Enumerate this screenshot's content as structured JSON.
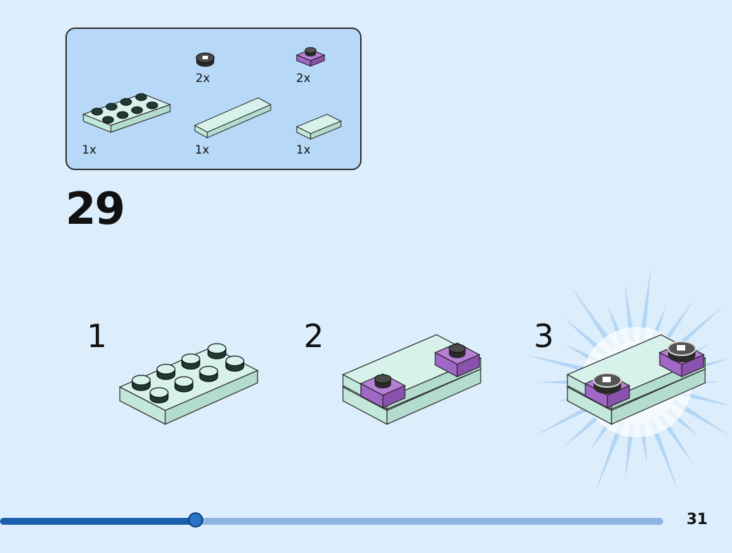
{
  "parts": [
    {
      "name": "round-tile-1x1-printed",
      "qty": "2x"
    },
    {
      "name": "plate-1x1-purple",
      "qty": "2x"
    },
    {
      "name": "plate-2x4-mint",
      "qty": "1x"
    },
    {
      "name": "tile-1x6-mint",
      "qty": "1x"
    },
    {
      "name": "tile-1x2-mint",
      "qty": "1x"
    }
  ],
  "step": {
    "number": "29"
  },
  "substeps": [
    {
      "label": "1"
    },
    {
      "label": "2"
    },
    {
      "label": "3"
    }
  ],
  "progress": {
    "fraction": 0.295
  },
  "page": {
    "number": "31"
  },
  "colors": {
    "background": "#dcedfb",
    "parts_box": "#b7d8f7",
    "mint": "#c9ece2",
    "purple": "#a167c6",
    "progress_dark": "#1a5fad",
    "progress_light": "#8fb3e3"
  }
}
